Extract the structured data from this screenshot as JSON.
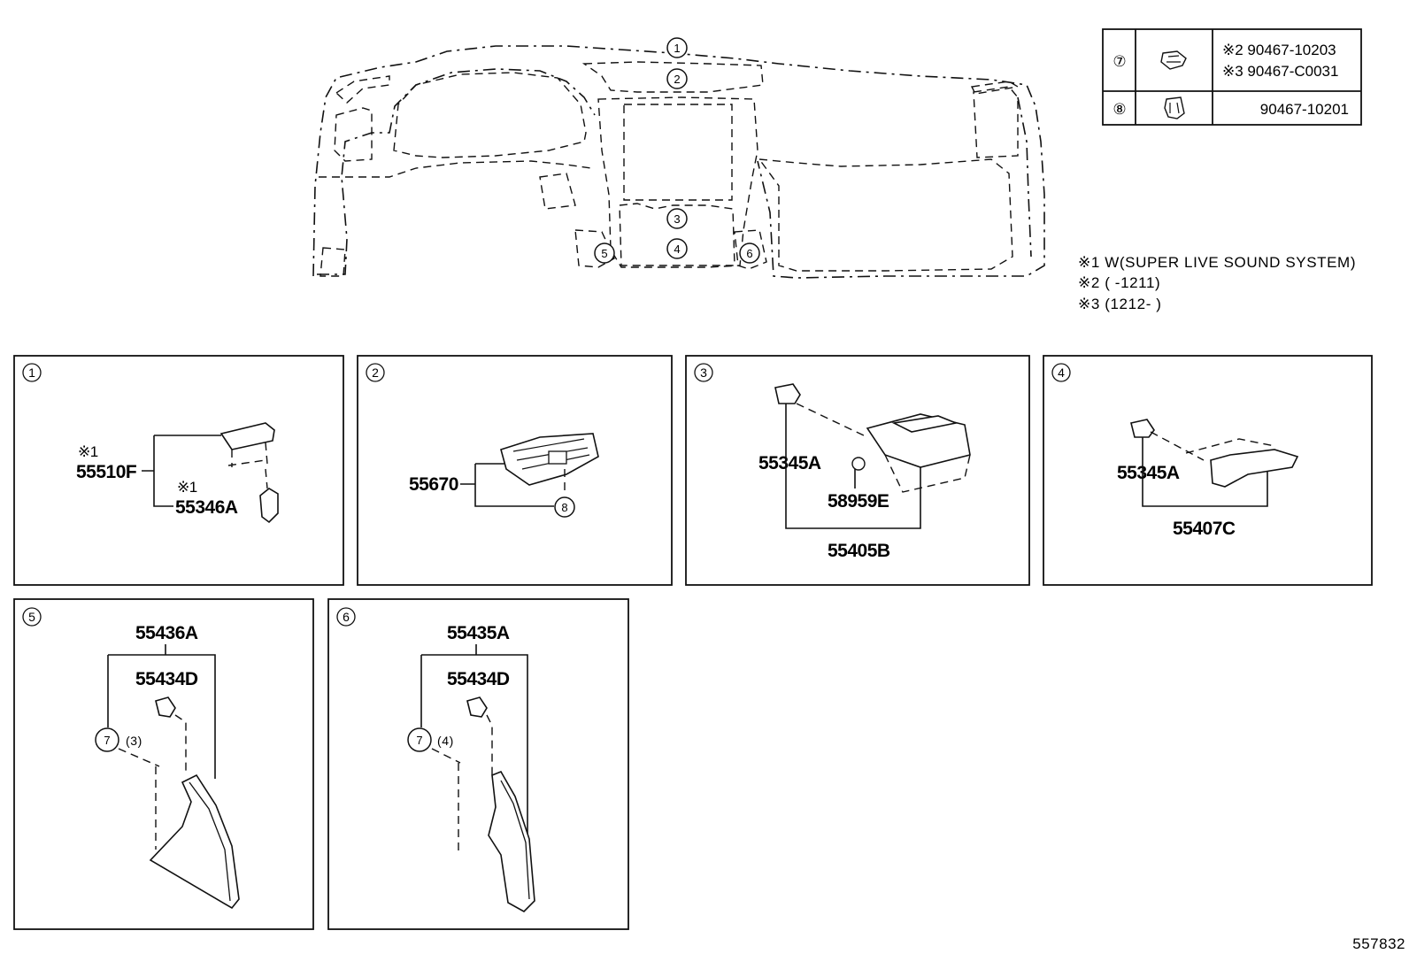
{
  "diagram_id": "557832",
  "table": {
    "rows": [
      {
        "ref": "⑦",
        "icon": "clip-icon",
        "parts": [
          "※2 90467-10203",
          "※3 90467-C0031"
        ]
      },
      {
        "ref": "⑧",
        "icon": "clip-icon",
        "parts": [
          "90467-10201"
        ]
      }
    ]
  },
  "notes": [
    "※1 W(SUPER LIVE SOUND SYSTEM)",
    "※2 (    -1211)",
    "※3 (1212-    )"
  ],
  "overview": {
    "callouts": [
      "1",
      "2",
      "3",
      "4",
      "5",
      "6"
    ]
  },
  "panels": [
    {
      "ref": "1",
      "labels": [
        "※1",
        "55510F",
        "※1",
        "55346A"
      ]
    },
    {
      "ref": "2",
      "labels": [
        "55670",
        "8"
      ]
    },
    {
      "ref": "3",
      "labels": [
        "55345A",
        "58959E",
        "55405B"
      ]
    },
    {
      "ref": "4",
      "labels": [
        "55345A",
        "55407C"
      ]
    },
    {
      "ref": "5",
      "labels": [
        "55436A",
        "55434D",
        "7",
        "(3)"
      ]
    },
    {
      "ref": "6",
      "labels": [
        "55435A",
        "55434D",
        "7",
        "(4)"
      ]
    }
  ]
}
